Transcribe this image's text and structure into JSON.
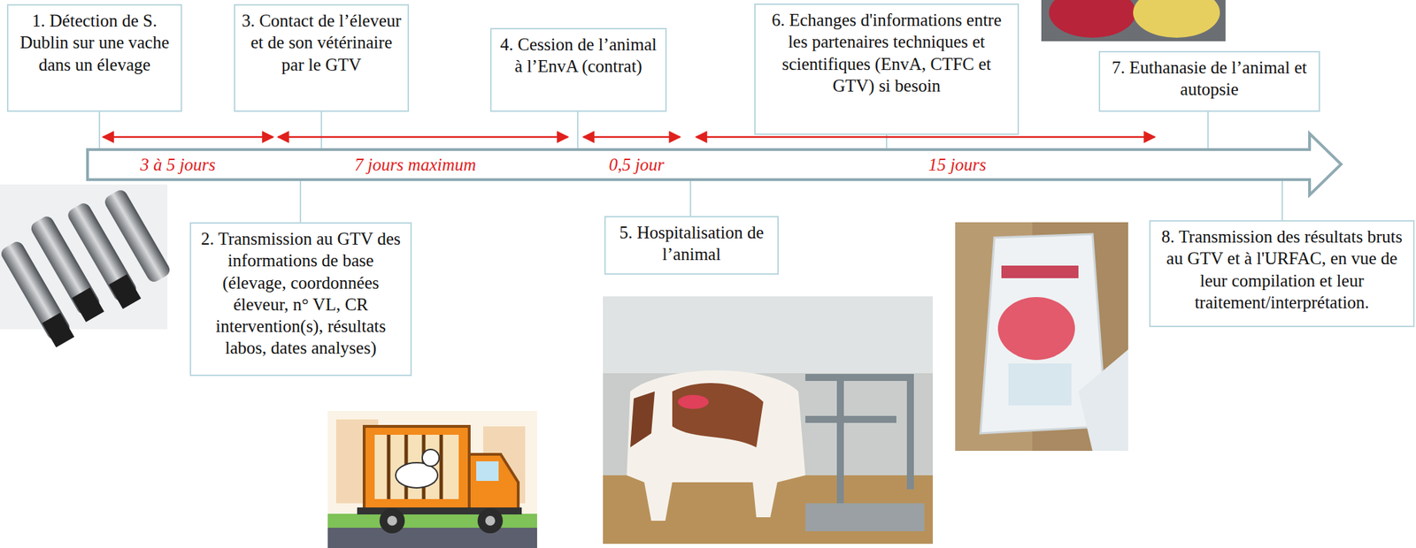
{
  "diagram": {
    "nodes": [
      {
        "text": [
          "1. Détection de S. Dublin sur une vache dans un élevage"
        ]
      },
      {
        "text": [
          "2. Transmission au GTV des informations de base (élevage, coordonnées éleveur, n° VL, CR intervention(s), résultats labos, dates analyses)"
        ]
      },
      {
        "text": [
          "3. Contact de l’éleveur et de son vétérinaire par le GTV"
        ]
      },
      {
        "text": [
          "4. Cession de l’animal à l’EnvA (contrat)"
        ]
      },
      {
        "text": [
          "5. Hospitalisation de l’animal"
        ]
      },
      {
        "text": [
          "6. Echanges d'informations entre les partenaires techniques et scientifiques (EnvA, CTFC et GTV) si besoin"
        ]
      },
      {
        "text": [
          "7. Euthanasie de l’animal et autopsie"
        ]
      },
      {
        "text": [
          "8. Transmission des résultats bruts au GTV et à l'URFAC, en vue de leur compilation et leur traitement/interprétation."
        ]
      }
    ],
    "labels": [
      "3 à 5 jours",
      "7 jours maximum",
      "0,5 jour",
      "15 jours"
    ]
  }
}
